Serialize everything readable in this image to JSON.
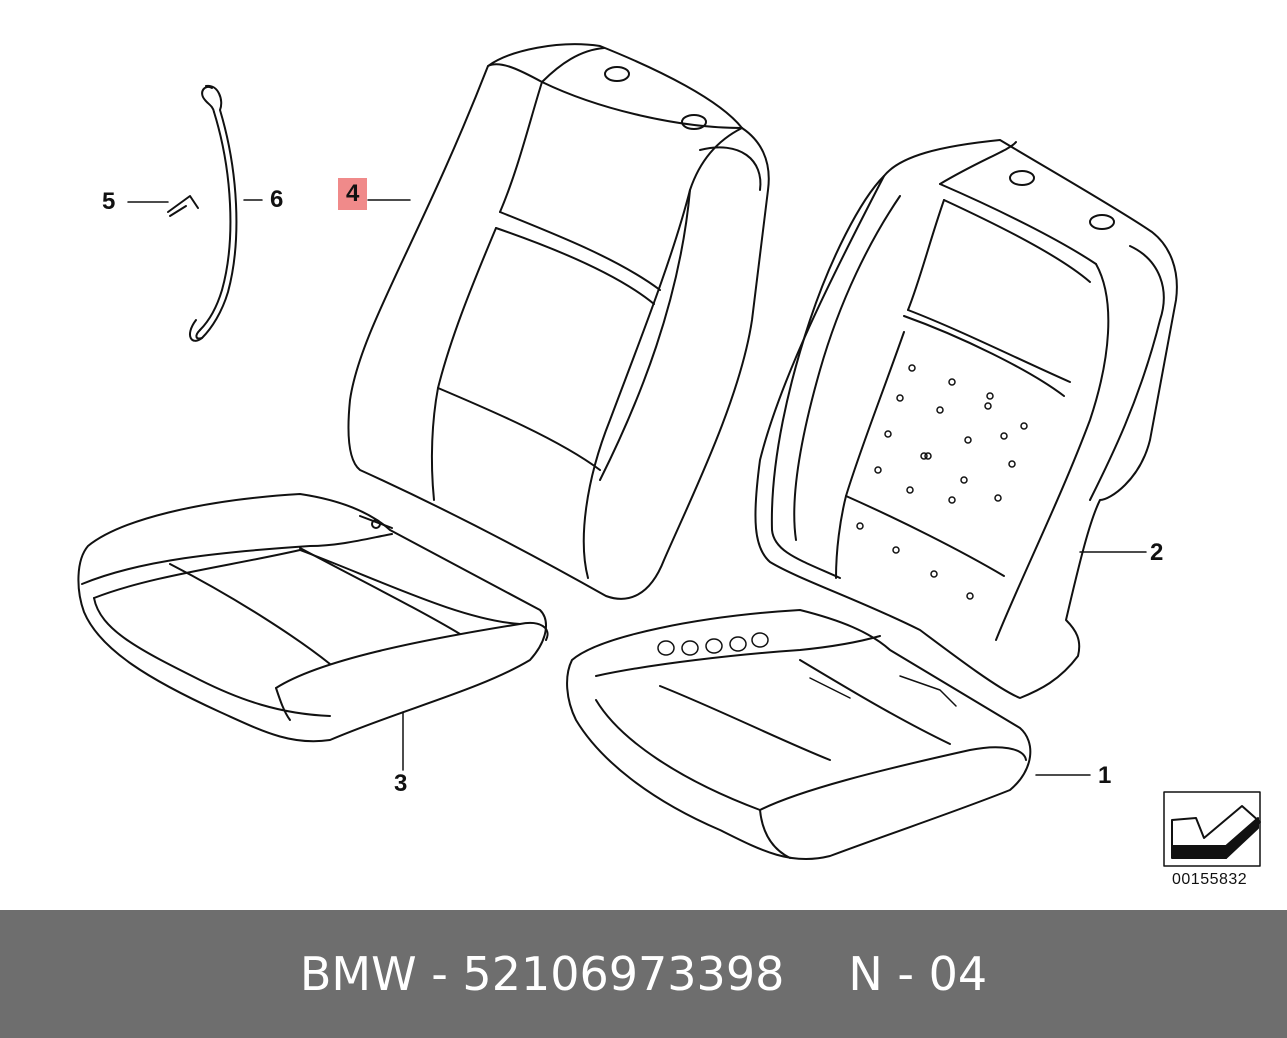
{
  "callouts": {
    "c1": "1",
    "c2": "2",
    "c3": "3",
    "c4": "4",
    "c5": "5",
    "c6": "6"
  },
  "highlight_color": "#f08a8a",
  "reference_number": "00155832",
  "footer": {
    "brand": "BMW",
    "separator": "-",
    "part_number": "52106973398",
    "code": "N - 04"
  },
  "icons": [
    "orientation-arrow-icon"
  ]
}
